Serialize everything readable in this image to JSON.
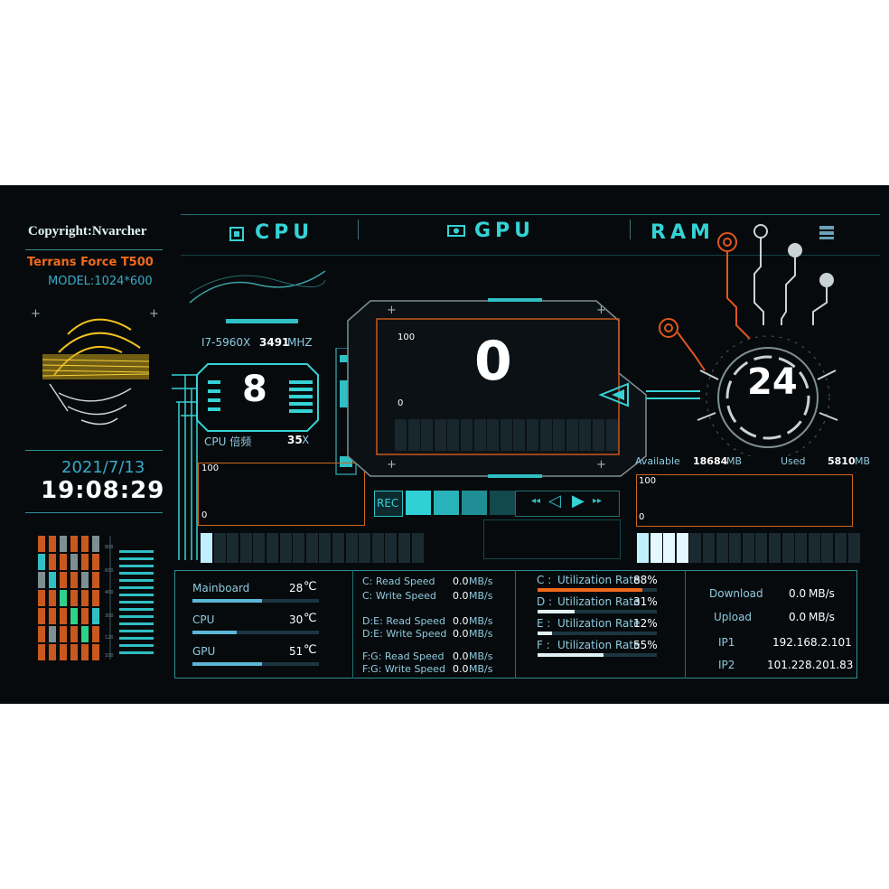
{
  "header": {
    "copyright": "Copyright:Nvarcher",
    "product": "Terrans Force T500",
    "model": "MODEL:1024*600",
    "cpu_title": "CPU",
    "gpu_title": "GPU",
    "ram_title": "RAM"
  },
  "datetime": {
    "date": "2021/7/13",
    "time": "19:08:29"
  },
  "cpu": {
    "name": "I7-5960X",
    "freq_value": "3491",
    "freq_unit": "MHZ",
    "usage": "8",
    "mult_label": "CPU 倍频",
    "mult_value": "35",
    "mult_unit": "X",
    "graph_max": "100",
    "graph_min": "0",
    "bar_level": 0.05
  },
  "gpu": {
    "usage": "0",
    "graph_max": "100",
    "graph_min": "0",
    "rec_label": "REC"
  },
  "ram": {
    "usage": "24",
    "available_label": "Available",
    "available_value": "18684",
    "available_unit": "MB",
    "used_label": "Used",
    "used_value": "5810",
    "used_unit": "MB",
    "graph_max": "100",
    "graph_min": "0",
    "bar_level": 0.24
  },
  "temps": [
    {
      "label": "Mainboard",
      "value": "28",
      "unit": "℃",
      "level": 0.55
    },
    {
      "label": "CPU",
      "value": "30",
      "unit": "℃",
      "level": 0.35
    },
    {
      "label": "GPU",
      "value": "51",
      "unit": "℃",
      "level": 0.55
    }
  ],
  "disk_io": [
    {
      "label": "C: Read Speed",
      "value": "0.0",
      "unit": "MB/s"
    },
    {
      "label": "C: Write Speed",
      "value": "0.0",
      "unit": "MB/s"
    },
    {
      "label": "D:E: Read Speed",
      "value": "0.0",
      "unit": "MB/s"
    },
    {
      "label": "D:E: Write Speed",
      "value": "0.0",
      "unit": "MB/s"
    },
    {
      "label": "F:G: Read Speed",
      "value": "0.0",
      "unit": "MB/s"
    },
    {
      "label": "F:G: Write Speed",
      "value": "0.0",
      "unit": "MB/s"
    }
  ],
  "utilization": [
    {
      "drive": "C :",
      "label": "Utilization Rate",
      "value": "88%",
      "level": 0.88,
      "color": "#f06a1c"
    },
    {
      "drive": "D :",
      "label": "Utilization Rate",
      "value": "31%",
      "level": 0.31,
      "color": "#e0f2f6"
    },
    {
      "drive": "E :",
      "label": "Utilization Rate",
      "value": "12%",
      "level": 0.12,
      "color": "#e0f2f6"
    },
    {
      "drive": "F :",
      "label": "Utilization Rate",
      "value": "55%",
      "level": 0.55,
      "color": "#e0f2f6"
    }
  ],
  "network": {
    "download_label": "Download",
    "download_value": "0.0",
    "download_unit": "MB/s",
    "upload_label": "Upload",
    "upload_value": "0.0",
    "upload_unit": "MB/s",
    "ip1_label": "IP1",
    "ip1_value": "192.168.2.101",
    "ip2_label": "IP2",
    "ip2_value": "101.228.201.83"
  },
  "colors": {
    "accent": "#35d2d6",
    "orange": "#f06a1c",
    "bg": "#070a0c",
    "line": "#1d6f73"
  }
}
